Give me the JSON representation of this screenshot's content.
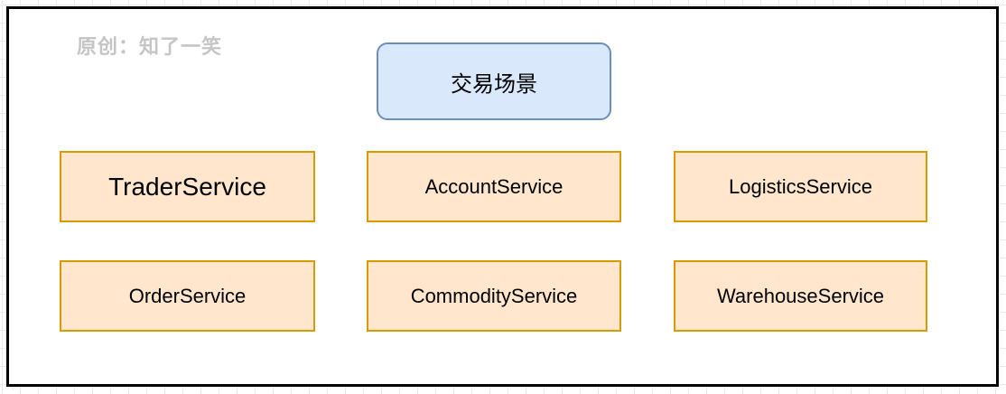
{
  "watermark": "原创：知了一笑",
  "header_box": {
    "label": "交易场景"
  },
  "services": [
    {
      "label": "TraderService"
    },
    {
      "label": "AccountService"
    },
    {
      "label": "LogisticsService"
    },
    {
      "label": "OrderService"
    },
    {
      "label": "CommodityService"
    },
    {
      "label": "WarehouseService"
    }
  ],
  "colors": {
    "header_fill": "#dae8fc",
    "header_border": "#6c8ebf",
    "service_fill": "#ffe6cc",
    "service_border": "#d79b00",
    "frame_border": "#000000",
    "watermark_text": "#c5c5c5",
    "grid_line": "#e9e9e9",
    "text": "#000000"
  }
}
